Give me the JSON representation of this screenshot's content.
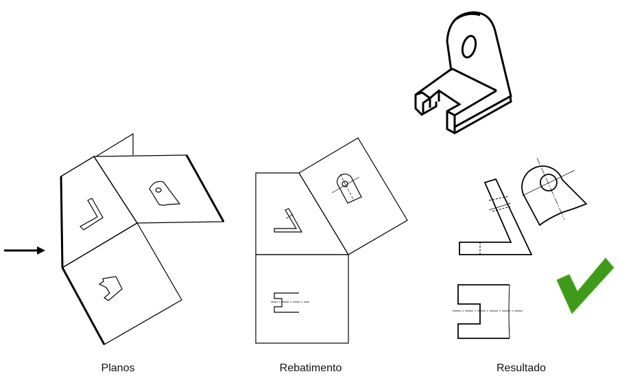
{
  "captions": {
    "planos": "Planos",
    "rebatimento": "Rebatimento",
    "resultado": "Resultado"
  },
  "colors": {
    "line": "#000000",
    "check": "#3f9a1c"
  },
  "icons": {
    "arrow": "arrow-right-icon",
    "check": "checkmark-icon"
  }
}
